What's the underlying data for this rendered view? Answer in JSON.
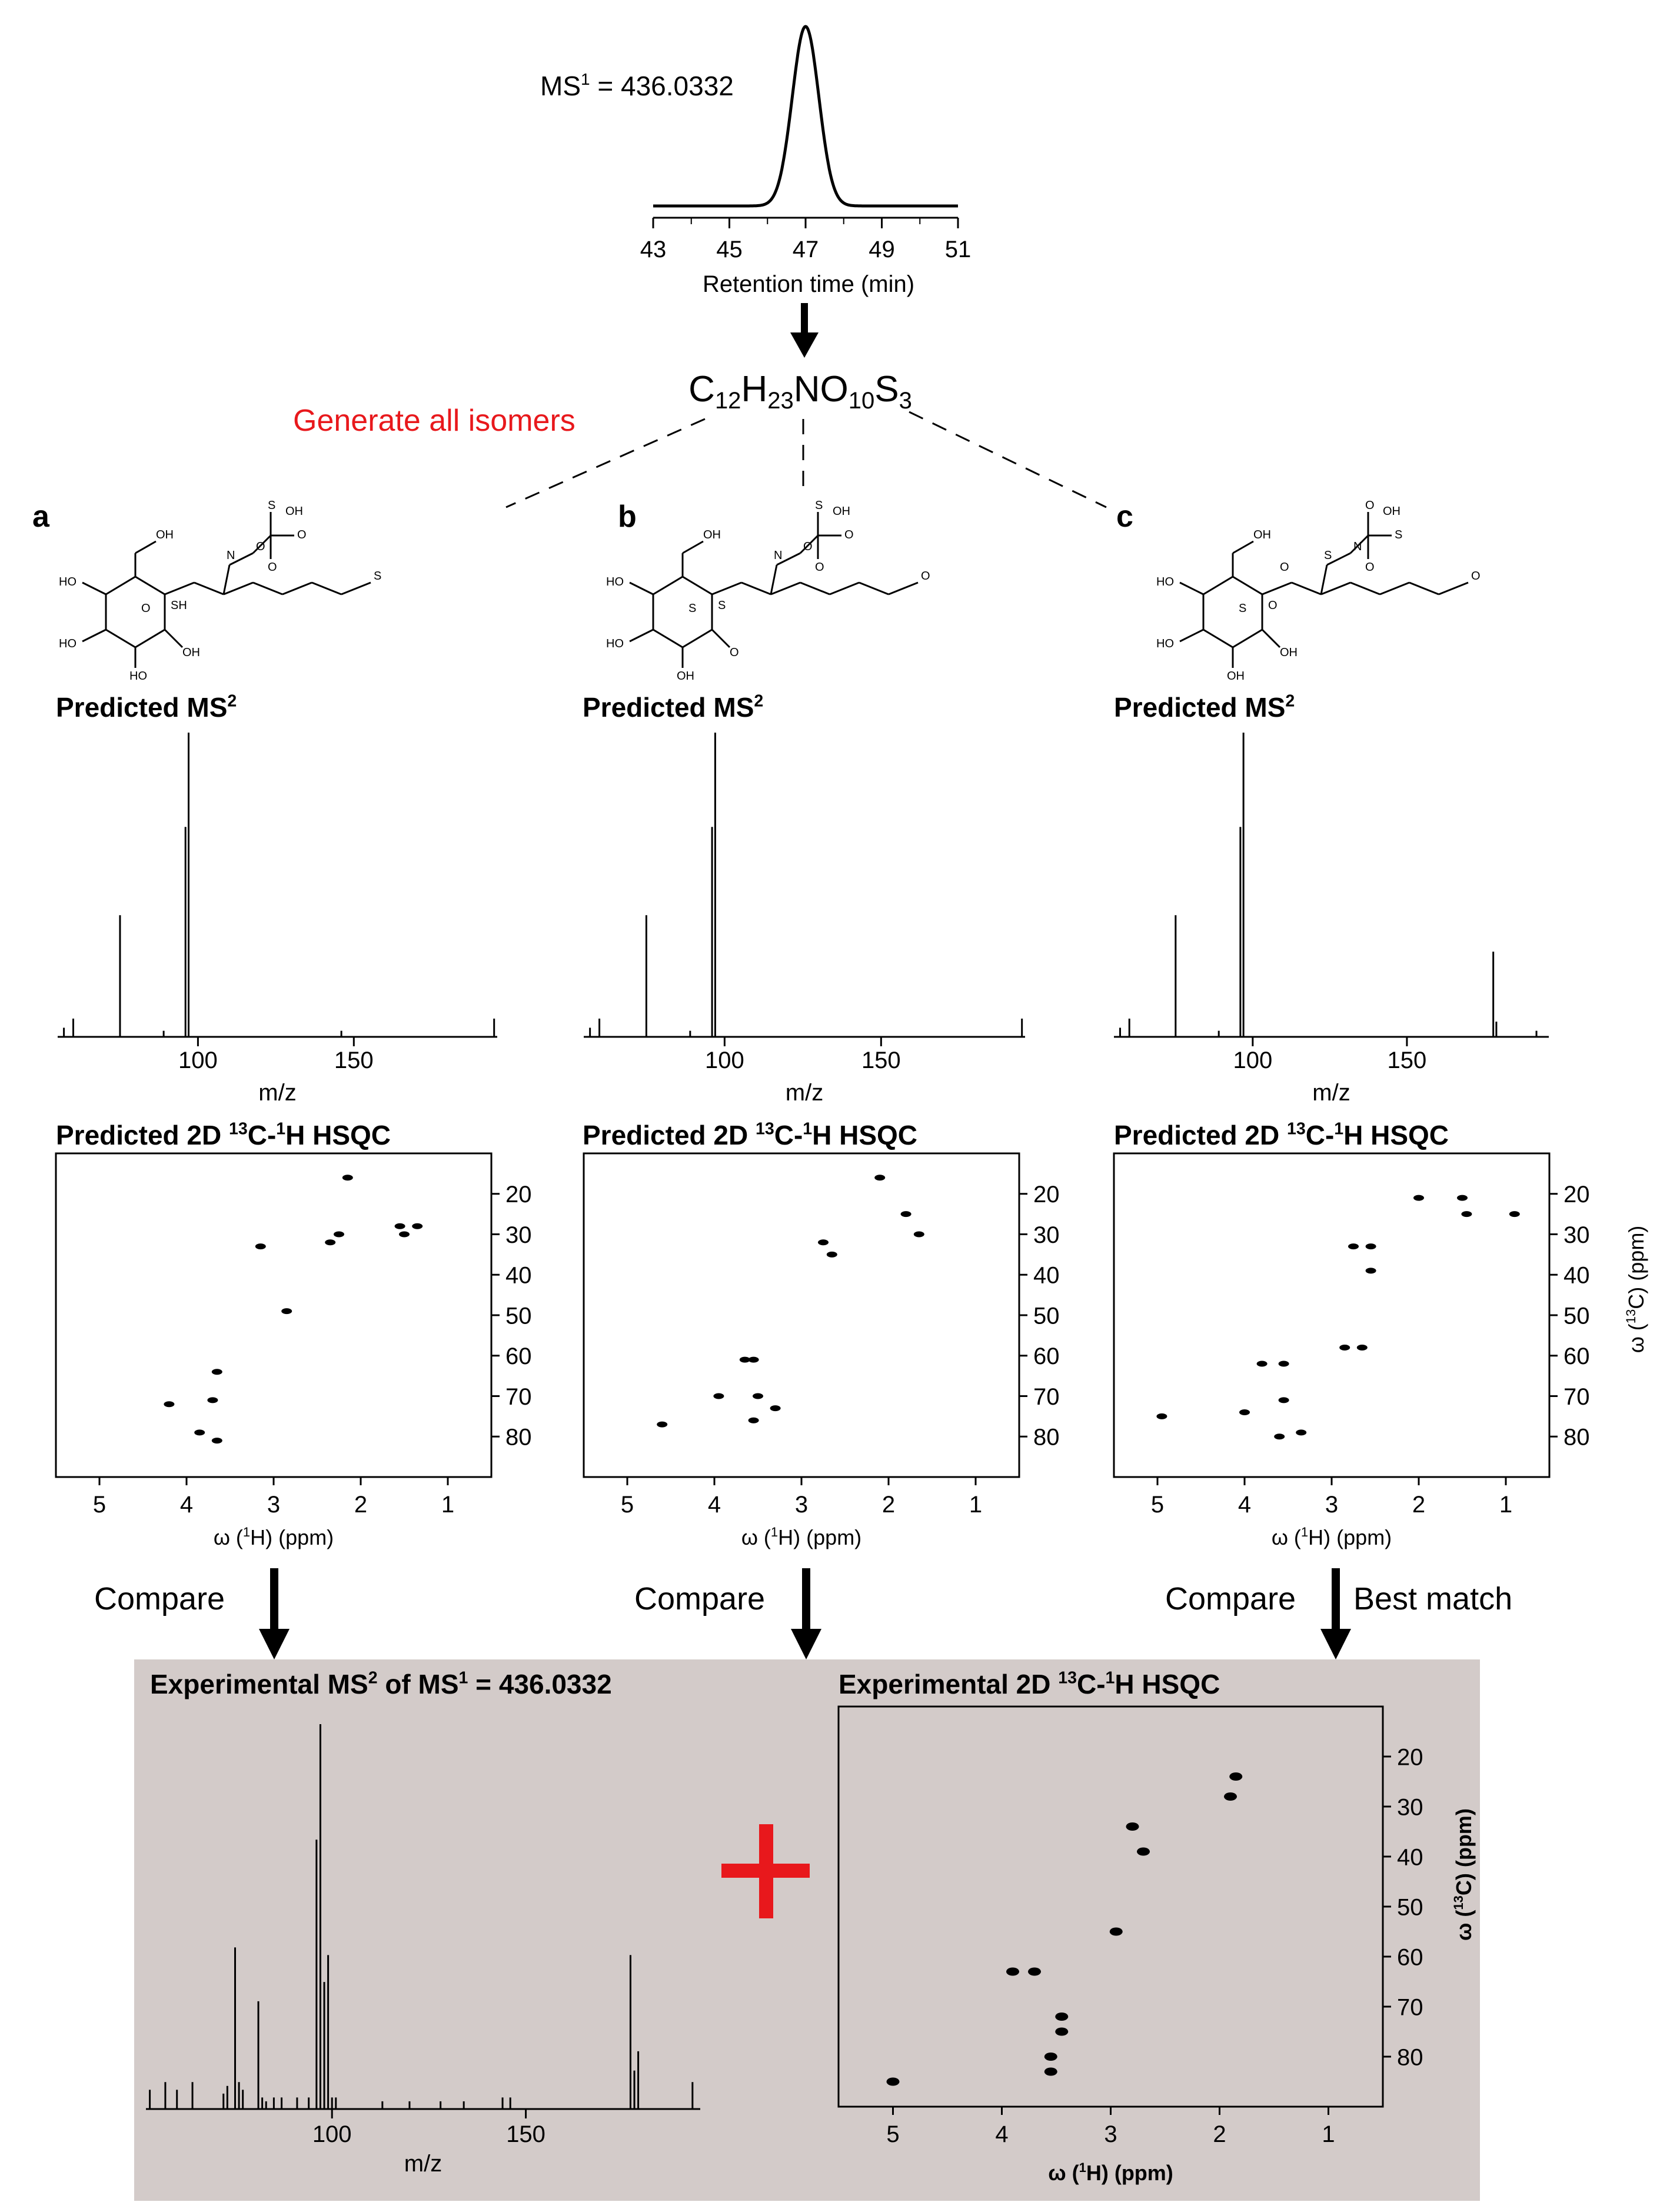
{
  "colors": {
    "accent_red": "#e8181c",
    "panel_bg": "#d3cbc9",
    "ink": "#000000"
  },
  "top": {
    "ms1_label": "MS",
    "ms1_sup": "1",
    "ms1_value": " = 436.0332",
    "rt_ticks": [
      "43",
      "45",
      "47",
      "49",
      "51"
    ],
    "rt_xlabel": "Retention time (min)",
    "chromatogram_peak": {
      "retention_time": 47,
      "width_min": 0.35
    },
    "formula": [
      {
        "t": "C",
        "sub": false
      },
      {
        "t": "12",
        "sub": true
      },
      {
        "t": "H",
        "sub": false
      },
      {
        "t": "23",
        "sub": true
      },
      {
        "t": "NO",
        "sub": false
      },
      {
        "t": "10",
        "sub": true
      },
      {
        "t": "S",
        "sub": false
      },
      {
        "t": "3",
        "sub": true
      }
    ],
    "generate_label": "Generate all isomers"
  },
  "candidates": [
    {
      "letter": "a",
      "ms2_title": "Predicted MS",
      "ms2_sup": "2",
      "hsqc_title_pre": "Predicted 2D ",
      "hsqc_sup1": "13",
      "hsqc_mid": "C-",
      "hsqc_sup2": "1",
      "hsqc_post": "H HSQC",
      "compare_label": "Compare",
      "structure_labels": [
        "OH",
        "HO",
        "HO",
        "HO",
        "OH",
        "SH",
        "N",
        "O",
        "S",
        "O",
        "O",
        "OH",
        "S",
        "O"
      ],
      "ms2_peaks": [
        [
          57,
          3
        ],
        [
          60,
          6
        ],
        [
          75,
          40
        ],
        [
          89,
          2
        ],
        [
          96,
          69
        ],
        [
          97,
          100
        ],
        [
          146,
          2
        ],
        [
          195,
          6
        ]
      ],
      "hsqc_peaks": [
        [
          2.15,
          16
        ],
        [
          1.55,
          28
        ],
        [
          1.35,
          28
        ],
        [
          1.5,
          30
        ],
        [
          2.25,
          30
        ],
        [
          2.35,
          32
        ],
        [
          3.15,
          33
        ],
        [
          2.85,
          49
        ],
        [
          3.65,
          64
        ],
        [
          3.7,
          71
        ],
        [
          4.2,
          72
        ],
        [
          3.85,
          79
        ],
        [
          3.65,
          81
        ]
      ]
    },
    {
      "letter": "b",
      "ms2_title": "Predicted MS",
      "ms2_sup": "2",
      "hsqc_title_pre": "Predicted 2D ",
      "hsqc_sup1": "13",
      "hsqc_mid": "C-",
      "hsqc_sup2": "1",
      "hsqc_post": "H HSQC",
      "compare_label": "Compare",
      "structure_labels": [
        "OH",
        "HO",
        "HO",
        "OH",
        "O",
        "S",
        "N",
        "O",
        "S",
        "O",
        "O",
        "OH",
        "O",
        "S"
      ],
      "ms2_peaks": [
        [
          57,
          3
        ],
        [
          60,
          6
        ],
        [
          75,
          40
        ],
        [
          89,
          2
        ],
        [
          96,
          69
        ],
        [
          97,
          100
        ],
        [
          195,
          6
        ]
      ],
      "hsqc_peaks": [
        [
          2.1,
          16
        ],
        [
          1.8,
          25
        ],
        [
          1.65,
          30
        ],
        [
          2.75,
          32
        ],
        [
          2.65,
          35
        ],
        [
          3.65,
          61
        ],
        [
          3.55,
          61
        ],
        [
          3.95,
          70
        ],
        [
          3.5,
          70
        ],
        [
          3.3,
          73
        ],
        [
          3.55,
          76
        ],
        [
          4.6,
          77
        ]
      ]
    },
    {
      "letter": "c",
      "ms2_title": "Predicted MS",
      "ms2_sup": "2",
      "hsqc_title_pre": "Predicted 2D ",
      "hsqc_sup1": "13",
      "hsqc_mid": "C-",
      "hsqc_sup2": "1",
      "hsqc_post": "H HSQC",
      "compare_label": "Compare",
      "best_match_label": "Best match",
      "structure_labels": [
        "OH",
        "HO",
        "HO",
        "OH",
        "OH",
        "O",
        "S",
        "N",
        "O",
        "S",
        "O",
        "OH",
        "O",
        "S",
        "O"
      ],
      "ms2_peaks": [
        [
          57,
          3
        ],
        [
          60,
          6
        ],
        [
          75,
          40
        ],
        [
          89,
          2
        ],
        [
          96,
          69
        ],
        [
          97,
          100
        ],
        [
          178,
          28
        ],
        [
          179,
          5
        ],
        [
          192,
          2
        ]
      ],
      "hsqc_peaks": [
        [
          2.0,
          21
        ],
        [
          1.5,
          21
        ],
        [
          1.45,
          25
        ],
        [
          0.9,
          25
        ],
        [
          2.75,
          33
        ],
        [
          2.55,
          33
        ],
        [
          2.55,
          39
        ],
        [
          2.85,
          58
        ],
        [
          2.65,
          58
        ],
        [
          3.8,
          62
        ],
        [
          3.55,
          62
        ],
        [
          4.95,
          75
        ],
        [
          4.0,
          74
        ],
        [
          3.55,
          71
        ],
        [
          3.6,
          80
        ],
        [
          3.35,
          79
        ]
      ]
    }
  ],
  "experimental": {
    "ms2_title_pre": "Experimental MS",
    "ms2_sup": "2",
    "ms2_title_mid": " of MS",
    "ms2_sup2": "1",
    "ms2_title_post": " = 436.0332",
    "ms2_peaks": [
      [
        53,
        5
      ],
      [
        57,
        7
      ],
      [
        60,
        5
      ],
      [
        64,
        7
      ],
      [
        72,
        4
      ],
      [
        73,
        6
      ],
      [
        75,
        42
      ],
      [
        76,
        7
      ],
      [
        77,
        5
      ],
      [
        81,
        28
      ],
      [
        82,
        3
      ],
      [
        83,
        2
      ],
      [
        85,
        3
      ],
      [
        87,
        3
      ],
      [
        91,
        3
      ],
      [
        94,
        3
      ],
      [
        96,
        70
      ],
      [
        97,
        100
      ],
      [
        98,
        33
      ],
      [
        99,
        40
      ],
      [
        100,
        3
      ],
      [
        101,
        3
      ],
      [
        113,
        2
      ],
      [
        120,
        2
      ],
      [
        128,
        2
      ],
      [
        134,
        2
      ],
      [
        144,
        3
      ],
      [
        146,
        3
      ],
      [
        177,
        40
      ],
      [
        178,
        10
      ],
      [
        179,
        15
      ],
      [
        193,
        7
      ]
    ],
    "hsqc_title_pre": "Experimental 2D ",
    "hsqc_sup1": "13",
    "hsqc_mid": "C-",
    "hsqc_sup2": "1",
    "hsqc_post": "H HSQC",
    "hsqc_peaks": [
      [
        1.85,
        24
      ],
      [
        1.9,
        28
      ],
      [
        2.8,
        34
      ],
      [
        2.7,
        39
      ],
      [
        2.95,
        55
      ],
      [
        3.9,
        63
      ],
      [
        3.7,
        63
      ],
      [
        3.45,
        72
      ],
      [
        3.45,
        75
      ],
      [
        3.55,
        80
      ],
      [
        3.55,
        83
      ],
      [
        5.0,
        85
      ]
    ]
  },
  "axes": {
    "mz_ticks": [
      "100",
      "150"
    ],
    "mz_label": "m/z",
    "h_ticks": [
      "5",
      "4",
      "3",
      "2",
      "1"
    ],
    "h_label_pre": "ω (",
    "h_label_sup": "1",
    "h_label_post": "H)  (ppm)",
    "c_ticks": [
      "20",
      "30",
      "40",
      "50",
      "60",
      "70",
      "80"
    ],
    "c_label_pre": "ω (",
    "c_label_sup": "13",
    "c_label_post": "C)  (ppm)",
    "h_range_ppm": [
      5.5,
      0.5
    ],
    "c_range_ppm": [
      10,
      90
    ],
    "mz_range_pred": [
      55,
      196
    ],
    "mz_range_exp": [
      52,
      195
    ]
  }
}
